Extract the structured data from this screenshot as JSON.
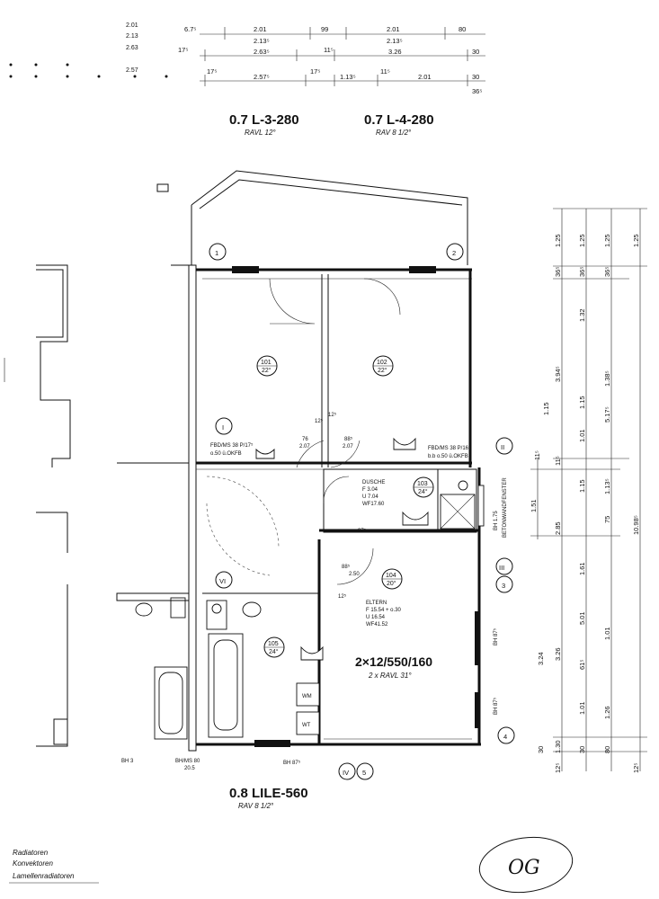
{
  "top_dims": {
    "row1": [
      "6.7⁵",
      "2.01",
      "99",
      "2.01",
      "80"
    ],
    "row2": [
      "2.13⁵",
      "2.13⁵"
    ],
    "row3": [
      "17⁵",
      "2.63⁵",
      "11⁵",
      "3.26",
      "30"
    ],
    "row4": [
      "17⁵",
      "2.57⁵",
      "17⁵",
      "1.13⁵",
      "11⁵",
      "2.01",
      "30"
    ],
    "row4b": "36⁵",
    "left_faint": [
      "2.01",
      "2.13",
      "2.63",
      "2.57"
    ]
  },
  "unit_labels": {
    "left_title": "0.7 L-3-280",
    "left_sub": "RAVL 12°",
    "right_title": "0.7 L-4-280",
    "right_sub": "RAV 8 1/2°",
    "bottom_title": "0.8 LILE-560",
    "bottom_sub": "RAV 8 1/2°"
  },
  "axes": [
    "1",
    "2",
    "I",
    "II",
    "III",
    "3",
    "VI",
    "4",
    "IV",
    "5"
  ],
  "rooms": [
    {
      "id": "101",
      "area": "22°"
    },
    {
      "id": "102",
      "area": "22°"
    },
    {
      "id": "103",
      "area": "24°"
    },
    {
      "id": "104",
      "area": "20°"
    },
    {
      "id": "105",
      "area": "24°"
    }
  ],
  "notes": {
    "fbd_left": "FBD/MS 38 P/17⁵",
    "fbd_left2": "o.50 ü.OKFB",
    "fbd_right": "FBD/MS 38 P/16",
    "fbd_right2": "b.b o.50 ü.OKFB",
    "dusche": [
      "DUSCHE",
      "F 3.04",
      "U 7.04",
      "WF17.60"
    ],
    "eltern": [
      "ELTERN",
      "F 15.54 + o.30",
      "U 16.54",
      "WF41.52"
    ],
    "door_dims": [
      "76",
      "2.07",
      "88⁵",
      "2.07",
      "12⁵",
      "12⁵"
    ],
    "mid_dims": [
      "37⁵",
      "88⁵",
      "2.50",
      "12⁵"
    ],
    "side_labels": [
      "BH 1.75",
      "BETONWANDFENSTER",
      "BH 87⁵",
      "BH 87⁵"
    ],
    "wm": "WM",
    "wt": "WT",
    "bottom_bh": "BH 87⁵",
    "bottom_left": [
      "BH/MS 80",
      "20.5"
    ],
    "bottom_left2": "BH 3"
  },
  "unit_type": {
    "main": "2×12/550/160",
    "sub": "2 x RAVL  31°"
  },
  "right_dims": {
    "col1": [
      "1.25",
      "36⁵",
      "3.94⁵",
      "11⁵",
      "1.51",
      "2.85",
      "3.26",
      "1.30",
      "12⁵"
    ],
    "col2": [
      "1.25",
      "36⁵",
      "1.32",
      "1.15",
      "1.01",
      "1.15",
      "1.61",
      "5.01",
      "61⁵",
      "1.01",
      "30"
    ],
    "col3": [
      "1.25",
      "36⁵",
      "1.38⁵",
      "5.17⁵",
      "1.13⁵",
      "75",
      "1.01",
      "1.26",
      "80"
    ],
    "col4": [
      "1.25",
      "10.98⁵",
      "12⁵"
    ],
    "extras": [
      "1.15",
      "11⁵",
      "30",
      "3.24"
    ]
  },
  "legend": [
    "Radiatoren",
    "Konvektoren",
    "Lamellenradiatoren"
  ],
  "stamp": "OG"
}
